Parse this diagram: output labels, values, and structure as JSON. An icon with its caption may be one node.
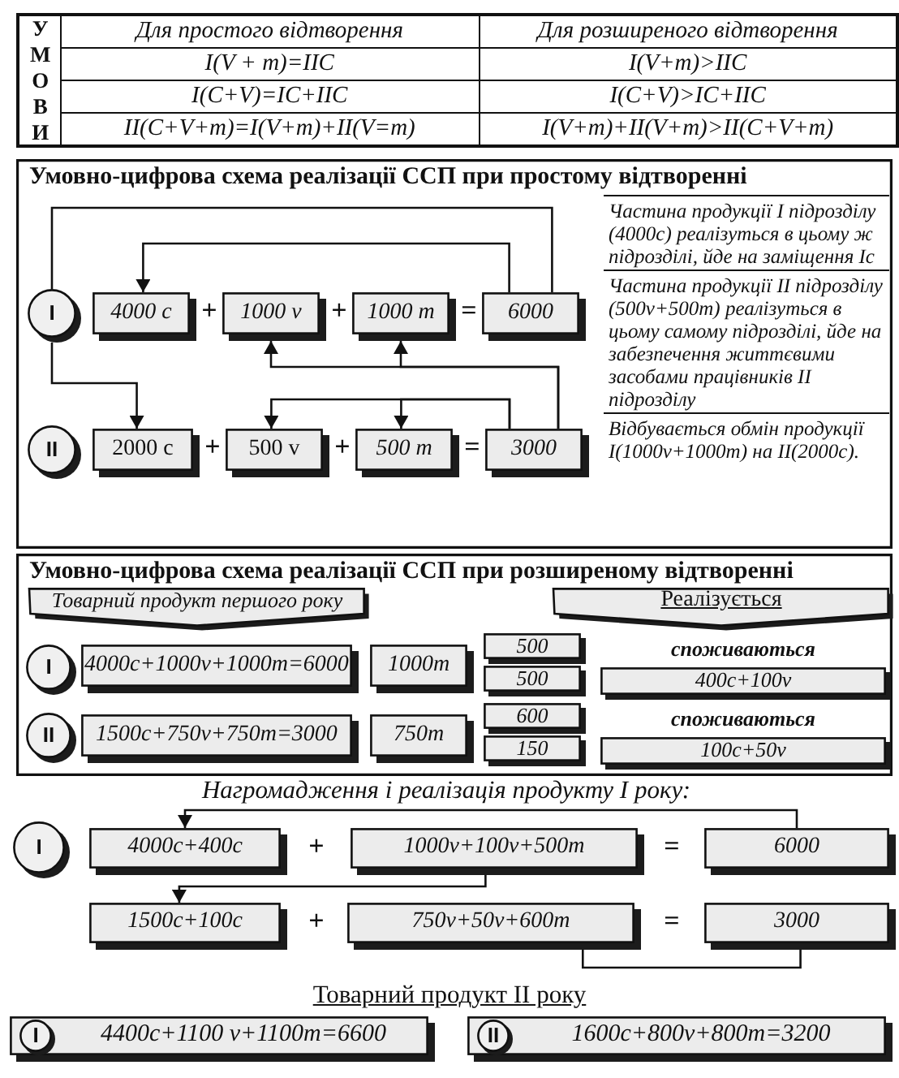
{
  "diagram": {
    "nodes": [
      {
        "text": [
          "Умовно-цифрова схема реалізації ССП при простому відтворенні"
        ]
      },
      {
        "text": [
          "I"
        ],
        "in": 0
      },
      {
        "text": [
          "4000 c"
        ],
        "in": 0
      },
      {
        "text": [
          "1000 v"
        ],
        "in": 0
      },
      {
        "text": [
          "1000 m"
        ],
        "in": 0
      },
      {
        "text": [
          "6000"
        ],
        "in": 0
      },
      {
        "text": [
          "II"
        ],
        "in": 0
      },
      {
        "text": [
          "2000 c"
        ],
        "in": 0
      },
      {
        "text": [
          "500 v"
        ],
        "in": 0
      },
      {
        "text": [
          "500 m"
        ],
        "in": 0
      },
      {
        "text": [
          "3000"
        ],
        "in": 0
      },
      {
        "text": [
          "Умовно-цифрова схема реалізації ССП при розширеному відтворенні"
        ]
      },
      {
        "text": [
          "Товарний продукт першого року"
        ],
        "in": 11
      },
      {
        "text": [
          "Реалізується"
        ],
        "in": 11
      },
      {
        "text": [
          "I"
        ],
        "in": 11
      },
      {
        "text": [
          "4000c+1000v+1000m=6000"
        ],
        "in": 11
      },
      {
        "text": [
          "1000m"
        ],
        "in": 11
      },
      {
        "text": [
          "500"
        ],
        "in": 11
      },
      {
        "text": [
          "500"
        ],
        "in": 11
      },
      {
        "text": [
          "400c+100v"
        ],
        "in": 11
      },
      {
        "text": [
          "II"
        ],
        "in": 11
      },
      {
        "text": [
          "1500c+750v+750m=3000"
        ],
        "in": 11
      },
      {
        "text": [
          "750m"
        ],
        "in": 11
      },
      {
        "text": [
          "600"
        ],
        "in": 11
      },
      {
        "text": [
          "150"
        ],
        "in": 11
      },
      {
        "text": [
          "100c+50v"
        ],
        "in": 11
      },
      {
        "text": [
          "I"
        ]
      },
      {
        "text": [
          "4000c+400c"
        ]
      },
      {
        "text": [
          "1000v+100v+500m"
        ]
      },
      {
        "text": [
          "6000"
        ]
      },
      {
        "text": [
          "1500c+100c"
        ]
      },
      {
        "text": [
          "750v+50v+600m"
        ]
      },
      {
        "text": [
          "3000"
        ]
      },
      {
        "text": [
          "4400c+1100 v+1100m=6600"
        ]
      },
      {
        "text": [
          "I"
        ],
        "in": 33
      },
      {
        "text": [
          "1600c+800v+800m=3200"
        ]
      },
      {
        "text": [
          "II"
        ],
        "in": 35
      }
    ],
    "edges": [
      {
        "from": 5,
        "to": 1,
        "arrow": "none"
      },
      {
        "from": 1,
        "to": 7,
        "arrow": "to"
      },
      {
        "from": 5,
        "to": 2,
        "arrow": "to"
      },
      {
        "from": 10,
        "to": 3,
        "arrow": "to"
      },
      {
        "from": 10,
        "to": 4,
        "arrow": "to"
      },
      {
        "from": 10,
        "to": 8,
        "arrow": "to"
      },
      {
        "from": 10,
        "to": 9,
        "arrow": "to"
      },
      {
        "from": 29,
        "to": 27,
        "arrow": "to"
      },
      {
        "from": 28,
        "to": 30,
        "arrow": "to"
      },
      {
        "from": 31,
        "to": 32,
        "arrow": "none"
      }
    ],
    "labels": [
      "УМОВИ",
      "Для простого відтворення",
      "Для розширеного відтворення",
      "I(V + m)=IIC",
      "I(V+m)>IIC",
      "I(C+V)=IC+IIC",
      "I(C+V)>IC+IIC",
      "II(C+V+m)=I(V+m)+II(V=m)",
      "I(V+m)+II(V+m)>II(C+V+m)",
      "+",
      "+",
      "=",
      "Частина продукції I підрозділу (4000с) реалізуться в цьому ж підрозділі, йде на заміщення Ic",
      "Частина продукції II підрозділу (500v+500m) реалізуться в цьому самому підрозділі, йде на забезпечення життєвими засобами працівників II підрозділу",
      "+",
      "+",
      "=",
      "Відбувається обмін продукції I(1000v+1000m) на II(2000c).",
      "споживаються",
      "споживаються",
      "Нагромадження і реалізація продукту I року:",
      "+",
      "=",
      "+",
      "=",
      "Товарний продукт II року"
    ]
  }
}
